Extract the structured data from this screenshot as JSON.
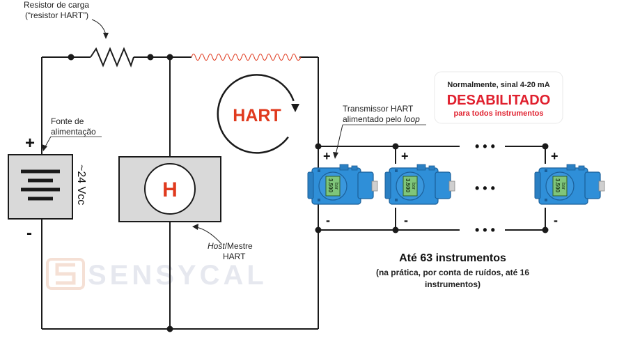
{
  "labels": {
    "resistor_line1": "Resistor de carga",
    "resistor_line2": "(“resistor HART”)",
    "supply_line1": "Fonte de",
    "supply_line2": "alimentação",
    "supply_voltage": "~24 Vcc",
    "plus": "+",
    "minus": "-",
    "host_letter": "H",
    "hart_loop": "HART",
    "host_italic": "Host",
    "host_rest": "/Mestre",
    "host_line2": "HART",
    "transmitter_line1": "Transmissor HART",
    "transmitter_line2_prefix": "alimentado pelo ",
    "transmitter_line2_italic": "loop",
    "display_value": "3.500",
    "display_unit": "bar",
    "ellipsis": "• • •",
    "callout_line1": "Normalmente, sinal 4-20 mA",
    "callout_line2": "DESABILITADO",
    "callout_line3": "para todos instrumentos",
    "count_line1": "Até 63 instrumentos",
    "count_line2": "(na prática, por conta de ruídos, até 16",
    "count_line3": "instrumentos)",
    "watermark": "SENSYCAL"
  },
  "colors": {
    "wire": "#1a1a1a",
    "box_fill": "#d9d9d9",
    "hart_red": "#e03a1e",
    "transmitter_blue": "#2f8fd8",
    "lcd_green": "#7fc57a",
    "watermark": "#e6e8ef"
  }
}
